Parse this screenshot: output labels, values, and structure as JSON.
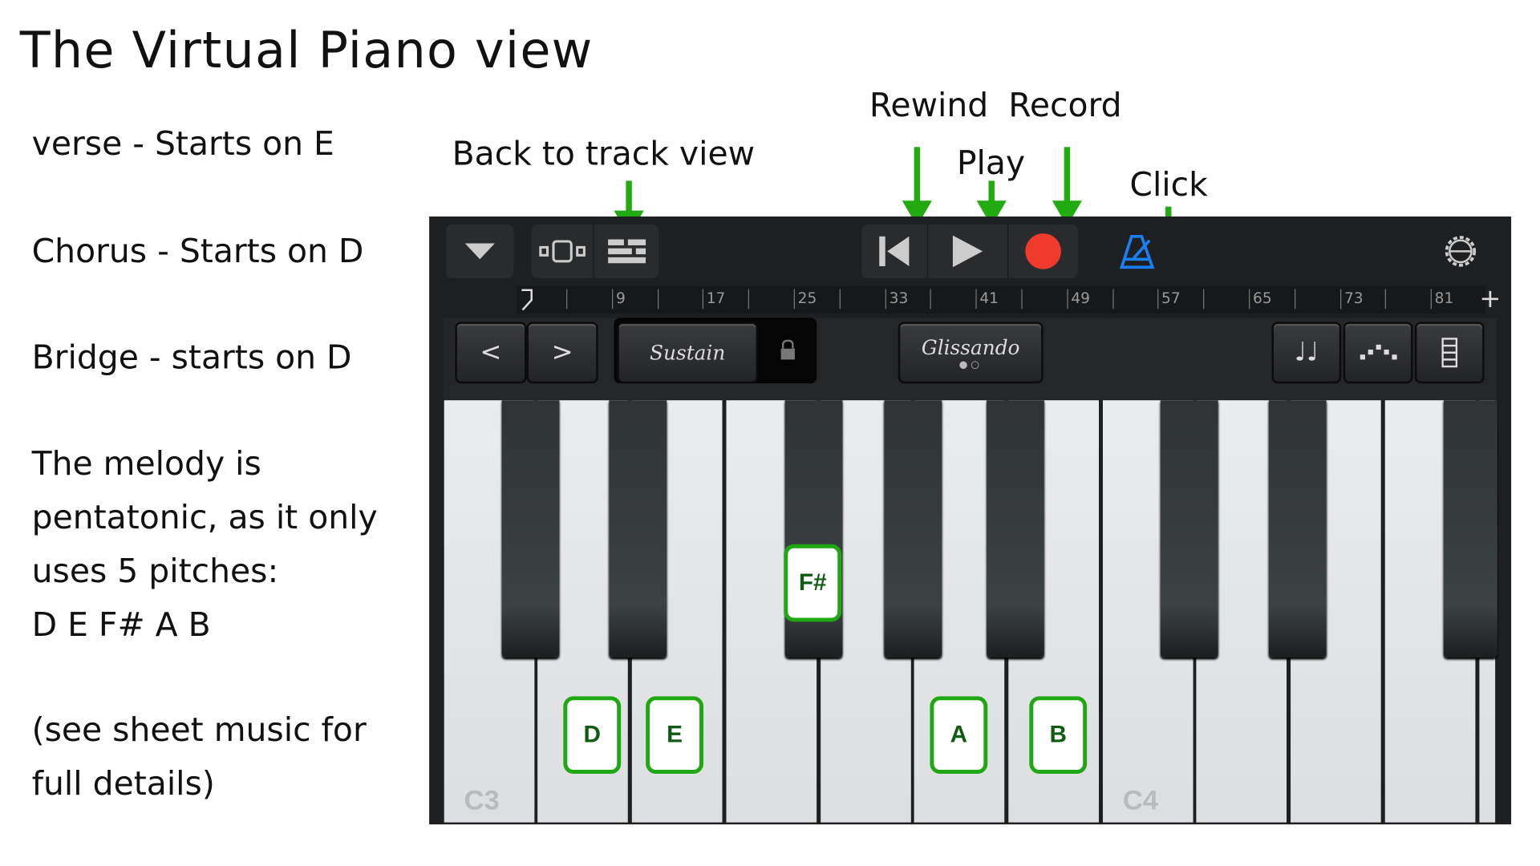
{
  "title": "The Virtual Piano view",
  "notes": {
    "verse": "verse - Starts on E",
    "chorus": "Chorus - Starts on D",
    "bridge": "Bridge - starts on D",
    "melody": [
      "The melody is",
      "pentatonic, as it only",
      "uses 5 pitches:",
      "D E F# A B"
    ],
    "see": [
      "(see sheet music for",
      "full details)"
    ]
  },
  "annotations": {
    "back": "Back to track view",
    "rewind": "Rewind",
    "record": "Record",
    "play": "Play",
    "click": "Click"
  },
  "toolbar": {
    "icons": [
      "dropdown-icon",
      "track-view-icon",
      "tracks-list-icon",
      "rewind-icon",
      "play-icon",
      "record-icon",
      "metronome-icon",
      "settings-icon"
    ],
    "record_color": "#f03a2e",
    "metronome_color": "#1a7ff0"
  },
  "ruler": {
    "ticks": [
      "9",
      "17",
      "25",
      "33",
      "41",
      "49",
      "57",
      "65",
      "73",
      "81"
    ],
    "add": "+"
  },
  "controls": {
    "prev": "<",
    "next": ">",
    "sustain": "Sustain",
    "glissando": "Glissando"
  },
  "keyboard": {
    "octaves": [
      "C3",
      "C4"
    ],
    "highlighted": [
      "D",
      "E",
      "F#",
      "A",
      "B"
    ],
    "highlight_color": "#1fa814"
  }
}
